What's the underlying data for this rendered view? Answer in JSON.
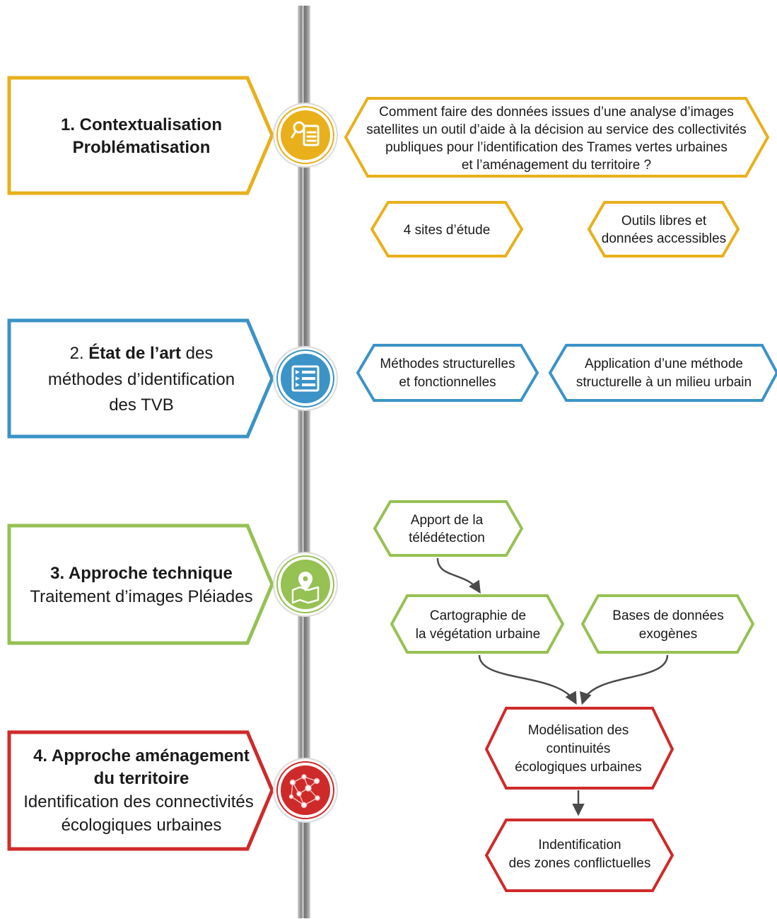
{
  "colors": {
    "yellow": "#e9b01c",
    "blue": "#3b93c7",
    "green": "#96c153",
    "red": "#cf2a2a",
    "timeline": "#7a7a7a",
    "arrow": "#4a4a4a"
  },
  "stages": [
    {
      "number_title": "1. Contextualisation",
      "line2": "Problématisation",
      "icon": "document-search-icon"
    },
    {
      "number": "2.",
      "title_bold": "État de l’art",
      "title_rest": "des",
      "line2": "méthodes d’identification",
      "line3": "des TVB",
      "icon": "list-icon"
    },
    {
      "number_title": "3. Approche technique",
      "line2": "Traitement d’images Pléiades",
      "icon": "map-pin-icon"
    },
    {
      "number_title": "4. Approche aménagement",
      "line2": "du territoire",
      "line3": "Identification des connectivités",
      "line4": "écologiques urbaines",
      "icon": "network-icon"
    }
  ],
  "boxes": {
    "question": [
      "Comment faire des données issues d’une analyse d’images",
      "satellites un outil d’aide à la décision au service des collectivités",
      "publiques pour l’identification des Trames vertes urbaines",
      "et l’aménagement du territoire ?"
    ],
    "sites": [
      "4 sites d’étude"
    ],
    "tools": [
      "Outils libres et",
      "données accessibles"
    ],
    "methods": [
      "Méthodes structurelles",
      "et fonctionnelles"
    ],
    "application": [
      "Application d’une méthode",
      "structurelle à un milieu urbain"
    ],
    "remote_sensing": [
      "Apport de la",
      "télédétection"
    ],
    "mapping": [
      "Cartographie de",
      "la végétation urbaine"
    ],
    "databases": [
      "Bases de données",
      "exogènes"
    ],
    "modeling": [
      "Modélisation des",
      "continuités",
      "écologiques urbaines"
    ],
    "conflicts": [
      "Indentification",
      "des zones conflictuelles"
    ]
  }
}
